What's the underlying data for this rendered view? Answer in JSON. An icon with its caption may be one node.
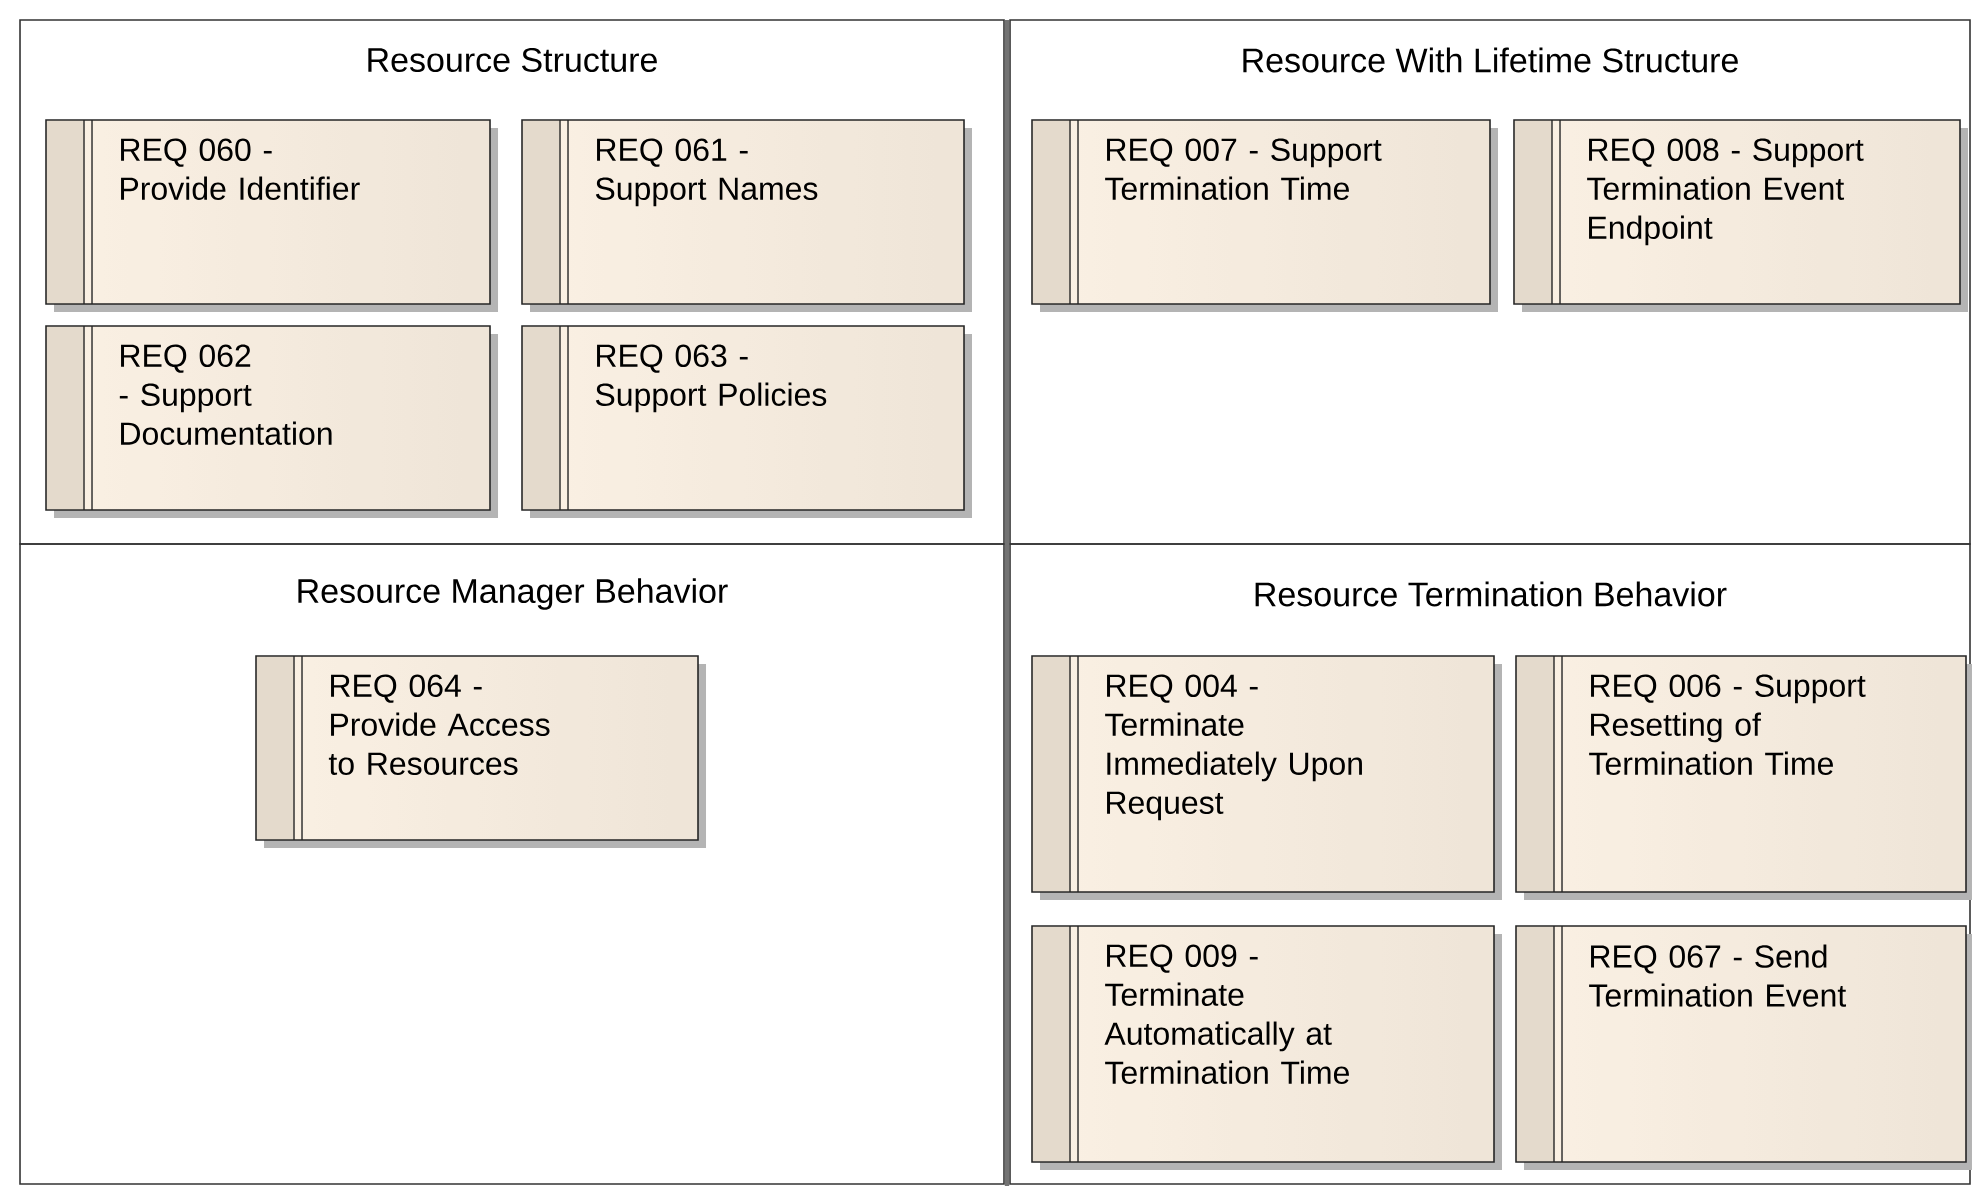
{
  "diagram": {
    "nodes": [
      {
        "text": [
          "Resource Structure"
        ]
      },
      {
        "text": [
          "REQ 060 - Provide Identifier"
        ],
        "in": 0
      },
      {
        "text": [
          "REQ 061 - Support Names"
        ],
        "in": 0
      },
      {
        "text": [
          "REQ 062 - Support Documentation"
        ],
        "in": 0
      },
      {
        "text": [
          "REQ 063 - Support Policies"
        ],
        "in": 0
      },
      {
        "text": [
          "Resource With Lifetime Structure"
        ]
      },
      {
        "text": [
          "REQ 007 - Support Termination Time"
        ],
        "in": 5
      },
      {
        "text": [
          "REQ 008 - Support Termination Event Endpoint"
        ],
        "in": 5
      },
      {
        "text": [
          "Resource Manager Behavior"
        ]
      },
      {
        "text": [
          "REQ 064 - Provide Access to Resources"
        ],
        "in": 8
      },
      {
        "text": [
          "Resource Termination Behavior"
        ]
      },
      {
        "text": [
          "REQ 004 - Terminate Immediately Upon Request"
        ],
        "in": 10
      },
      {
        "text": [
          "REQ 006 - Support Resetting of Termination Time"
        ],
        "in": 10
      },
      {
        "text": [
          "REQ 009 - Terminate Automatically at Termination Time"
        ],
        "in": 10
      },
      {
        "text": [
          "REQ 067 - Send Termination Event"
        ],
        "in": 10
      }
    ]
  }
}
